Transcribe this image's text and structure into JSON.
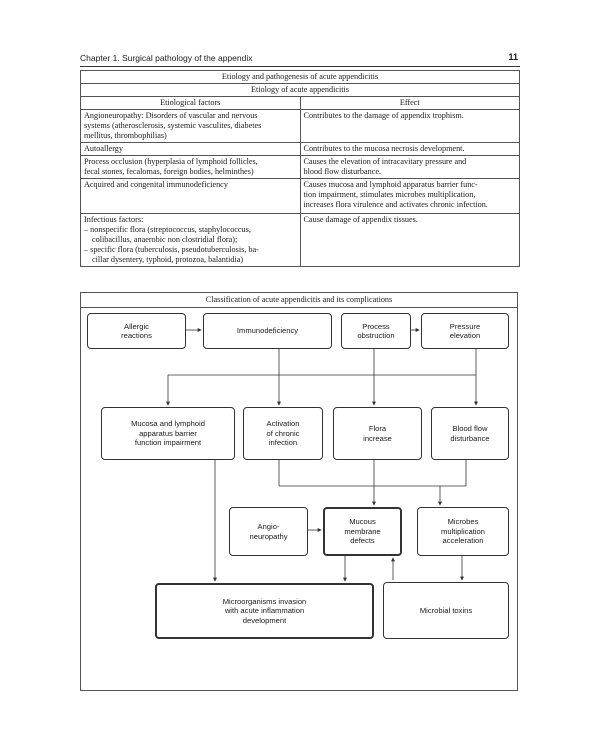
{
  "header": {
    "chapter": "Chapter 1. Surgical pathology of the appendix",
    "page": "11"
  },
  "table": {
    "title": "Etiology and pathogenesis of acute appendicitis",
    "subtitle": "Etiology of acute appendicitis",
    "col1": "Etiological factors",
    "col2": "Effect",
    "rows": [
      {
        "factor": [
          "Angioneuropathy: Disorders of vascular and nervous",
          "systems (atherosclerosis, systemic vasculites, diabetes",
          "mellitus, thrombophilias)"
        ],
        "effect": [
          "Contributes to the damage of appendix trophism."
        ]
      },
      {
        "factor": [
          "Autoallergy"
        ],
        "effect": [
          "Contributes to the mucosa necrosis development."
        ]
      },
      {
        "factor": [
          "Process occlusion (hyperplasia of lymphoid follicles,",
          "fecal stones, fecalomas, foreign bodies, helminthes)"
        ],
        "effect": [
          "Causes the elevation of intracavitary pressure and",
          "blood flow disturbance."
        ]
      },
      {
        "factor": [
          "Acquired and congenital immunodeficiency"
        ],
        "effect": [
          "Causes mucosa and lymphoid apparatus barrier func-",
          "tion impairment, stimulates microbes multiplication,",
          "increases flora virulence and activates chronic infection."
        ]
      },
      {
        "factor": [
          "Infectious factors:",
          "– nonspecific flora (streptococcus, staphylococcus,",
          "colibacillus, anaerobic non clostridial flora);",
          "– specific flora (tuberculosis, pseudotuberculosis, ba-",
          "cillar dysentery, typhoid, protozoa, balantidia)"
        ],
        "effect": [
          "Cause damage of appendix tissues."
        ]
      }
    ]
  },
  "diagram": {
    "title": "Classification of acute appendicitis and its complications",
    "boxes": {
      "allergic": [
        "Allergic",
        "reactions"
      ],
      "immuno": [
        "Immunodeficiency"
      ],
      "obstruction": [
        "Process",
        "obstruction"
      ],
      "pressure": [
        "Pressure",
        "elevation"
      ],
      "mucosa": [
        "Mucosa and lymphoid",
        "apparatus barrier",
        "function impairment"
      ],
      "activation": [
        "Activation",
        "of chronic",
        "infection"
      ],
      "flora": [
        "Flora",
        "increase"
      ],
      "blood": [
        "Blood flow",
        "disturbance"
      ],
      "angio": [
        "Angio-",
        "neuropathy"
      ],
      "mucous": [
        "Mucous",
        "membrane",
        "defects"
      ],
      "microbes": [
        "Microbes",
        "multiplication",
        "acceleration"
      ],
      "invasion": [
        "Microorganisms invasion",
        "with acute inflammation",
        "development"
      ],
      "toxins": [
        "Microbial toxins"
      ]
    }
  }
}
